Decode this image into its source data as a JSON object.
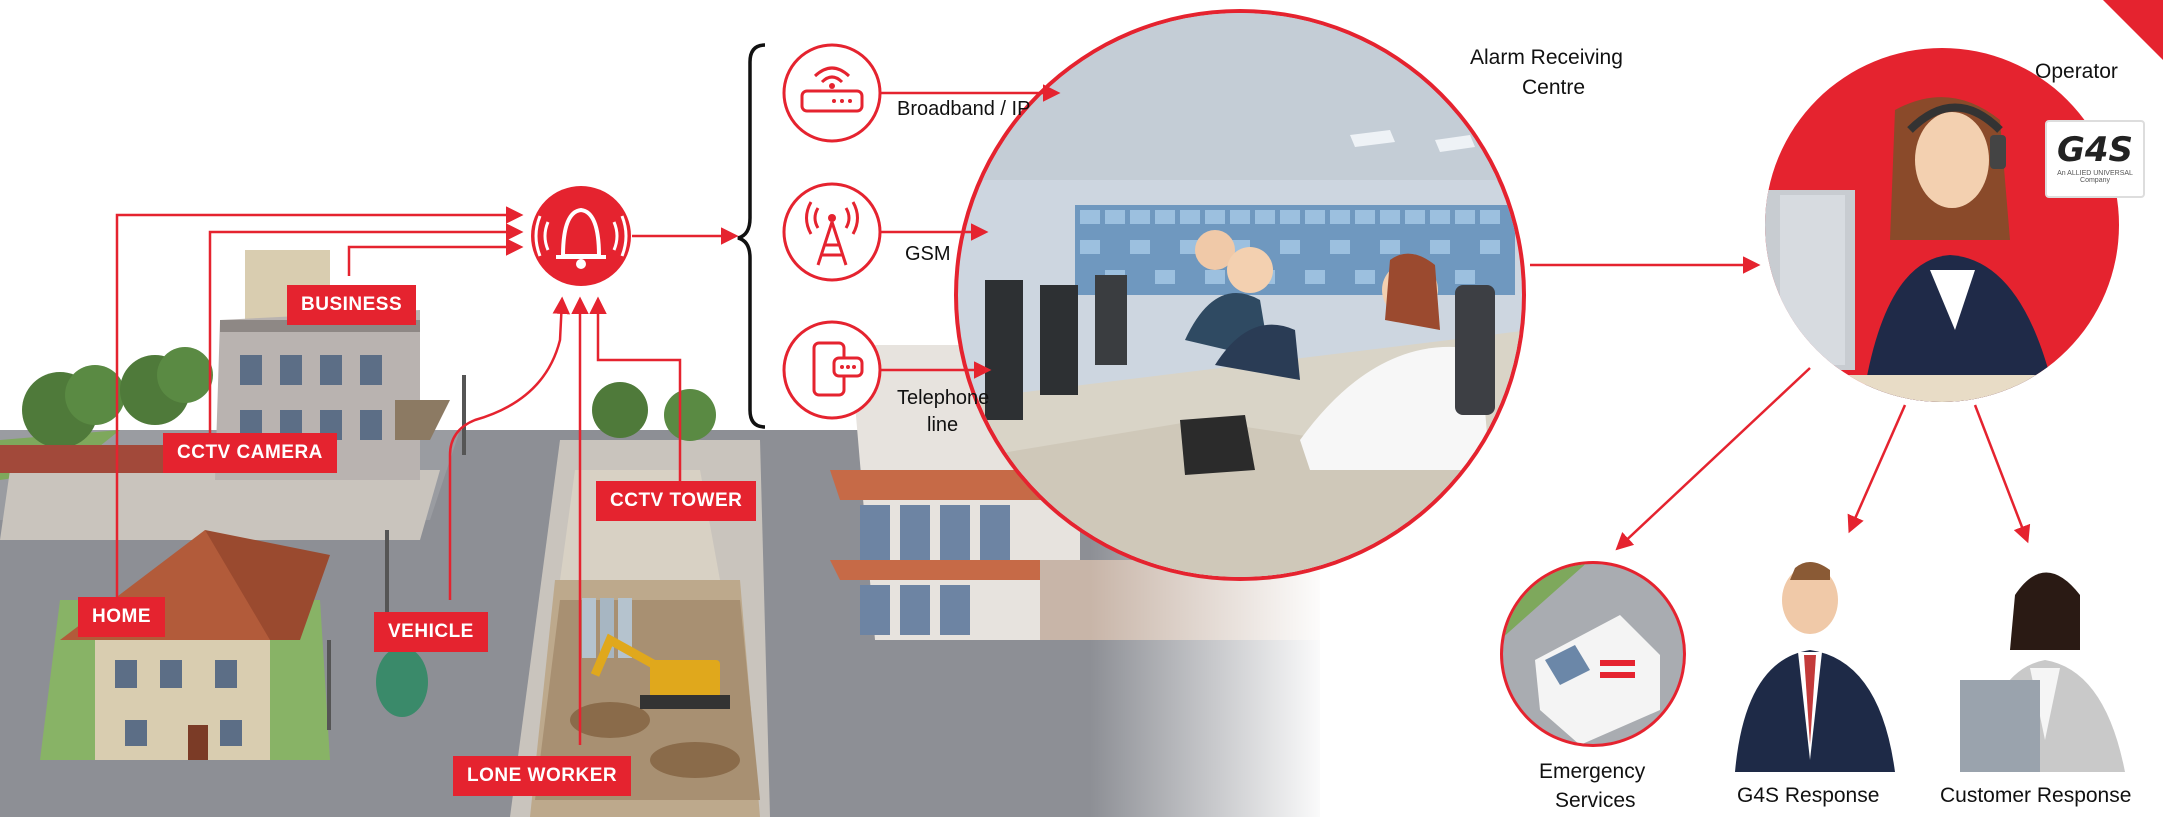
{
  "labels": {
    "business": "BUSINESS",
    "cctv_camera": "CCTV CAMERA",
    "cctv_tower": "CCTV TOWER",
    "home": "HOME",
    "vehicle": "VEHICLE",
    "lone_worker": "LONE WORKER"
  },
  "channels": {
    "broadband": "Broadband / IP",
    "gsm": "GSM",
    "telephone_1": "Telephone",
    "telephone_2": "line"
  },
  "arc": {
    "line1": "Alarm Receiving",
    "line2": "Centre"
  },
  "operator": "Operator",
  "logo": {
    "mark": "G4S",
    "tagline": "An ALLIED UNIVERSAL Company"
  },
  "responses": {
    "emergency_1": "Emergency",
    "emergency_2": "Services",
    "g4s": "G4S Response",
    "customer": "Customer Response"
  },
  "colors": {
    "accent": "#e5232f",
    "arrow": "#e5232f",
    "bracket": "#111111"
  },
  "icons": [
    "bell-alarm-icon",
    "router-icon",
    "cell-tower-icon",
    "phone-message-icon"
  ]
}
